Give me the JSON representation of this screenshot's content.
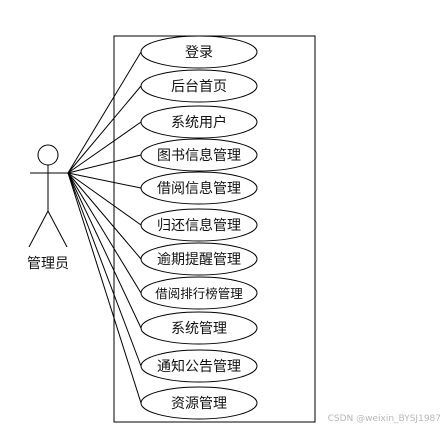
{
  "actor": {
    "name": "管理员"
  },
  "use_cases": [
    "登录",
    "后台首页",
    "系统用户",
    "图书信息管理",
    "借阅信息管理",
    "归还信息管理",
    "逾期提醒管理",
    "借阅排行榜管理",
    "系统管理",
    "通知公告管理",
    "资源管理"
  ],
  "watermark": "CSDN @weixin_BYSJ1987",
  "colors": {
    "line": "#000000",
    "text": "#111111",
    "watermark": "#b8b8b8"
  }
}
